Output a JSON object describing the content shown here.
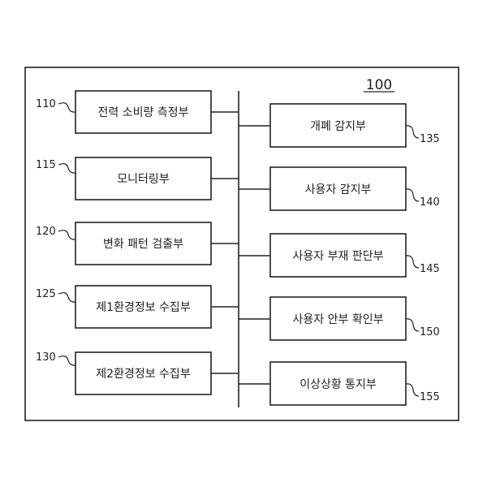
{
  "diagram": {
    "reference": "100",
    "left_blocks": [
      {
        "ref": "110",
        "label": "전력 소비량 측정부"
      },
      {
        "ref": "115",
        "label": "모니터링부"
      },
      {
        "ref": "120",
        "label": "변화 패턴 검출부"
      },
      {
        "ref": "125",
        "label": "제1환경정보 수집부"
      },
      {
        "ref": "130",
        "label": "제2환경정보 수집부"
      }
    ],
    "right_blocks": [
      {
        "ref": "135",
        "label": "개폐 감지부"
      },
      {
        "ref": "140",
        "label": "사용자 감지부"
      },
      {
        "ref": "145",
        "label": "사용자 부재 판단부"
      },
      {
        "ref": "150",
        "label": "사용자 안부 확인부"
      },
      {
        "ref": "155",
        "label": "이상상황 통지부"
      }
    ]
  }
}
